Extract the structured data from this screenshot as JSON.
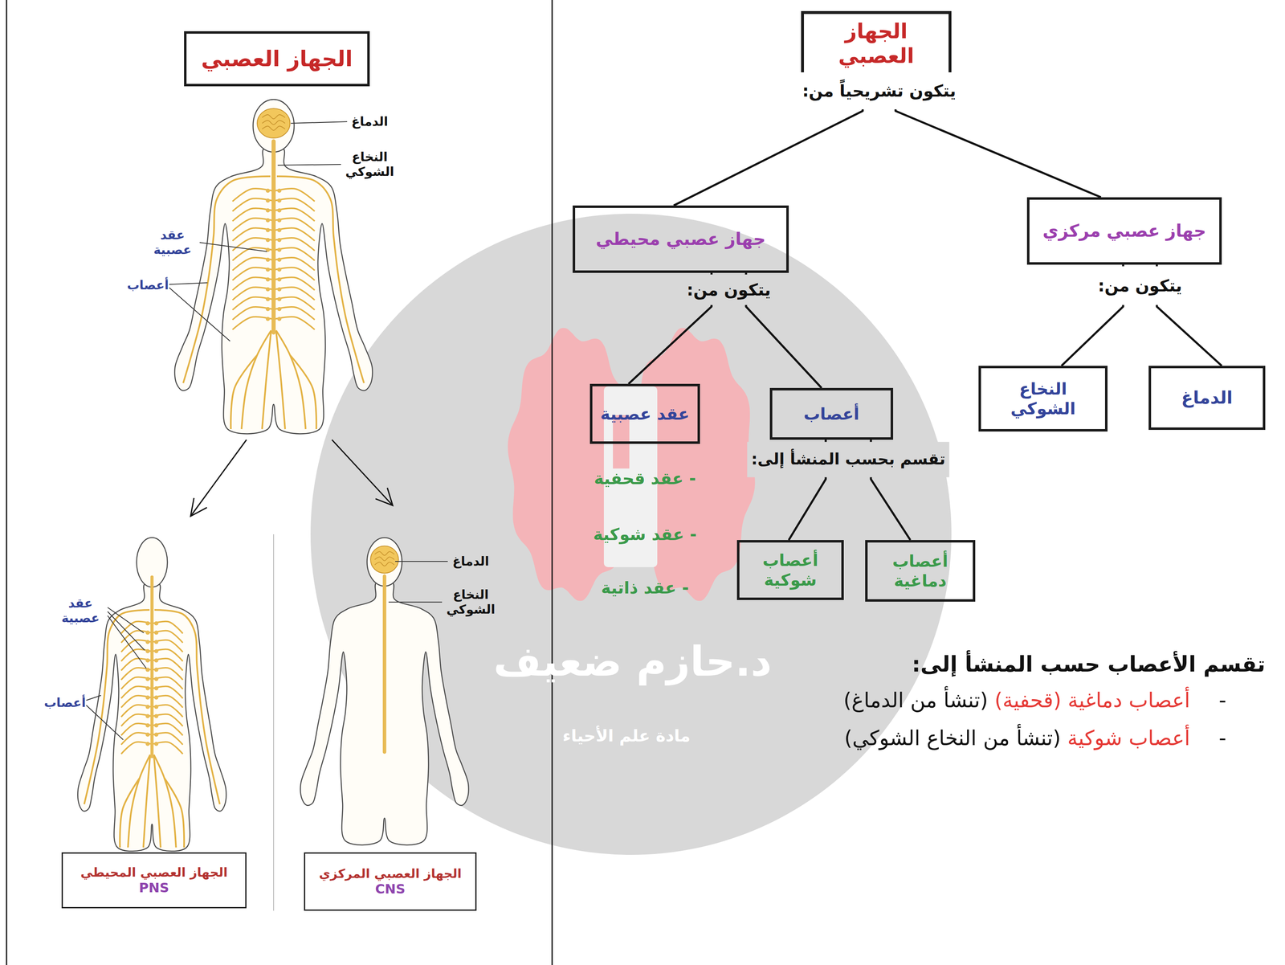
{
  "diagram": {
    "nodes": [
      {
        "text": [
          "الجهاز العصبي"
        ]
      },
      {
        "text": [
          "الجهاز العصبي المحيطي",
          "PNS"
        ]
      },
      {
        "text": [
          "الجهاز العصبي المركزي",
          "CNS"
        ]
      },
      {
        "text": [
          "الجهاز العصبي"
        ]
      },
      {
        "text": [
          "جهاز عصبي مركزي"
        ]
      },
      {
        "text": [
          "جهاز عصبي محيطي"
        ]
      },
      {
        "text": [
          "الدماغ"
        ]
      },
      {
        "text": [
          "النخاع الشوكي"
        ]
      },
      {
        "text": [
          "أعصاب"
        ]
      },
      {
        "text": [
          "عقد عصبية"
        ]
      },
      {
        "text": [
          "أعصاب دماغية"
        ]
      },
      {
        "text": [
          "أعصاب شوكية"
        ]
      }
    ],
    "edges": [
      {
        "from": 3,
        "to": 5,
        "arrow": "none"
      },
      {
        "from": 3,
        "to": 4,
        "arrow": "none"
      },
      {
        "from": 4,
        "to": 6,
        "arrow": "none"
      },
      {
        "from": 4,
        "to": 7,
        "arrow": "none"
      },
      {
        "from": 5,
        "to": 8,
        "arrow": "none"
      },
      {
        "from": 5,
        "to": 9,
        "arrow": "none"
      },
      {
        "from": 8,
        "to": 10,
        "arrow": "none"
      },
      {
        "from": 8,
        "to": 11,
        "arrow": "none"
      }
    ],
    "labels": [
      "يتكون تشريحياً من:",
      "يتكون من:",
      "يتكون من:",
      "تقسم بحسب المنشأ إلى:",
      "- عقد قحفية",
      "- عقد شوكية",
      "- عقد ذاتية",
      "تقسم الأعصاب حسب المنشأ إلى:",
      "-",
      "أعصاب دماغية (قحفية)",
      "(تنشأ من الدماغ)",
      "-",
      "أعصاب شوكية",
      "(تنشأ من النخاع الشوكي)",
      "الدماغ",
      "النخاع الشوكي",
      "عقد عصبية",
      "أعصاب",
      "عقد عصبية",
      "أعصاب",
      "الدماغ",
      "النخاع الشوكي",
      "د.حازم ضعيف",
      "مادة علم الأحياء"
    ]
  }
}
